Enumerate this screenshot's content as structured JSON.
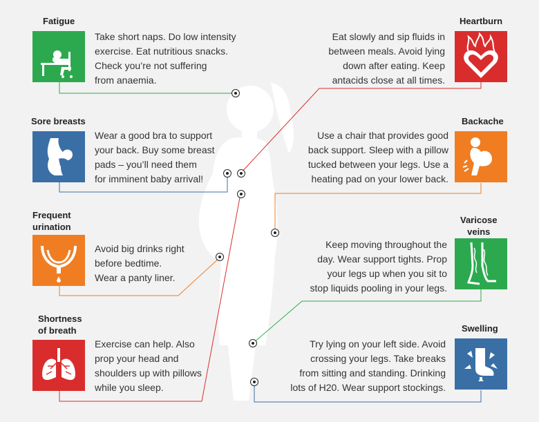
{
  "symptoms": [
    {
      "title": "Fatigue",
      "lines": [
        "Take short naps. Do low intensity",
        "exercise. Eat nutritious snacks.",
        "Check you’re not suffering",
        "from anaemia."
      ],
      "icon": "tired-person-at-desk-icon",
      "color": "#2ca94f"
    },
    {
      "title": "Sore breasts",
      "lines": [
        "Wear a good bra to support",
        "your back. Buy some breast",
        "pads – you’ll need them",
        "for imminent baby arrival!"
      ],
      "icon": "breast-pain-icon",
      "color": "#3a6fa6"
    },
    {
      "title_lines": [
        "Frequent",
        "urination"
      ],
      "lines": [
        "Avoid big drinks right",
        "before bedtime.",
        "Wear a panty liner."
      ],
      "icon": "bladder-icon",
      "color": "#f07d22"
    },
    {
      "title_lines": [
        "Shortness",
        "of breath"
      ],
      "lines": [
        "Exercise can help. Also",
        "prop your head and",
        "shoulders up with pillows",
        "while you sleep."
      ],
      "icon": "lungs-icon",
      "color": "#d92d2d"
    },
    {
      "title": "Heartburn",
      "lines": [
        "Eat slowly and sip fluids in",
        "between meals. Avoid lying",
        "down after eating. Keep",
        "antacids close at all times."
      ],
      "icon": "heart-flame-icon",
      "color": "#d92d2d"
    },
    {
      "title": "Backache",
      "lines": [
        "Use a chair that provides good",
        "back support. Sleep with a pillow",
        "tucked between your legs. Use a",
        "heating pad on your lower back."
      ],
      "icon": "pregnant-back-pain-icon",
      "color": "#f07d22"
    },
    {
      "title_lines": [
        "Varicose",
        "veins"
      ],
      "lines": [
        "Keep moving throughout the",
        "day. Wear support tights. Prop",
        "your legs up when you sit to",
        "stop liquids pooling in your legs."
      ],
      "icon": "legs-veins-icon",
      "color": "#2ca94f"
    },
    {
      "title": "Swelling",
      "lines": [
        "Try lying on your left side. Avoid",
        "crossing your legs. Take breaks",
        "from sitting and standing. Drinking",
        "lots of H20. Wear support stockings."
      ],
      "icon": "swollen-foot-icon",
      "color": "#3a6fa6"
    }
  ]
}
